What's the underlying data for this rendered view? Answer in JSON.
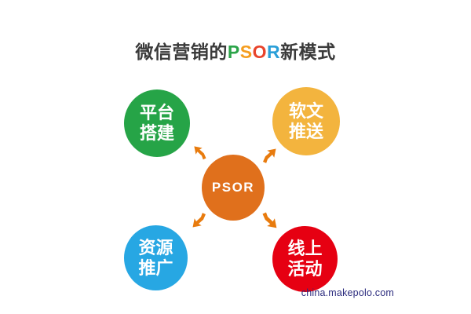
{
  "title": {
    "prefix": "微信营销的",
    "acronym": [
      {
        "char": "P",
        "color": "#2ba449"
      },
      {
        "char": "S",
        "color": "#f59d1e"
      },
      {
        "char": "O",
        "color": "#e8442c"
      },
      {
        "char": "R",
        "color": "#2b9fd8"
      }
    ],
    "suffix": "新模式",
    "text_color": "#3a3a3a"
  },
  "diagram": {
    "center": {
      "label": "PSOR",
      "color": "#e0701c"
    },
    "arrow_color": "#e87b0e",
    "nodes": [
      {
        "id": "platform-build",
        "line1": "平台",
        "line2": "搭建",
        "color": "#26a447"
      },
      {
        "id": "soft-article-push",
        "line1": "软文",
        "line2": "推送",
        "color": "#f3b43e"
      },
      {
        "id": "resource-promotion",
        "line1": "资源",
        "line2": "推广",
        "color": "#27a7e3"
      },
      {
        "id": "online-activity",
        "line1": "线上",
        "line2": "活动",
        "color": "#e60012"
      }
    ]
  },
  "watermark": {
    "text": "china.makepolo.com",
    "color": "#2b2b7e"
  }
}
